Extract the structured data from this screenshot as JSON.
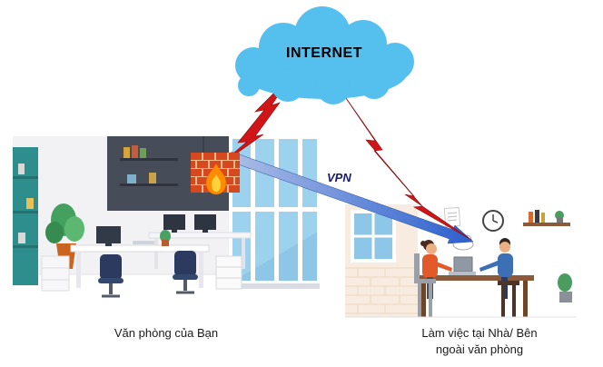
{
  "diagram": {
    "internet": {
      "label": "INTERNET"
    },
    "vpn": {
      "label": "VPN"
    },
    "office": {
      "caption": "Văn phòng của Bạn"
    },
    "remote": {
      "caption_line1": "Làm việc tại Nhà/ Bên",
      "caption_line2": "ngoài văn phòng"
    }
  },
  "icons": [
    "internet-cloud-icon",
    "lightning-bolt-left-icon",
    "lightning-bolt-right-icon",
    "vpn-arrow-icon",
    "firewall-brick-icon",
    "flame-icon",
    "office-illustration",
    "home-office-illustration",
    "clock-icon",
    "laptop-icon",
    "wifi-cloud-icon",
    "plant-icon"
  ],
  "colors": {
    "cloud_fill": "#55bfee",
    "bolt_red": "#cf1518",
    "vpn_blue_start": "#aebfe6",
    "vpn_blue_end": "#2b5fce",
    "vpn_text": "#191970",
    "brick": "#d6481e",
    "mortar": "#f3b98b",
    "flame_outer": "#ff8c00",
    "flame_inner": "#ffd23e"
  }
}
